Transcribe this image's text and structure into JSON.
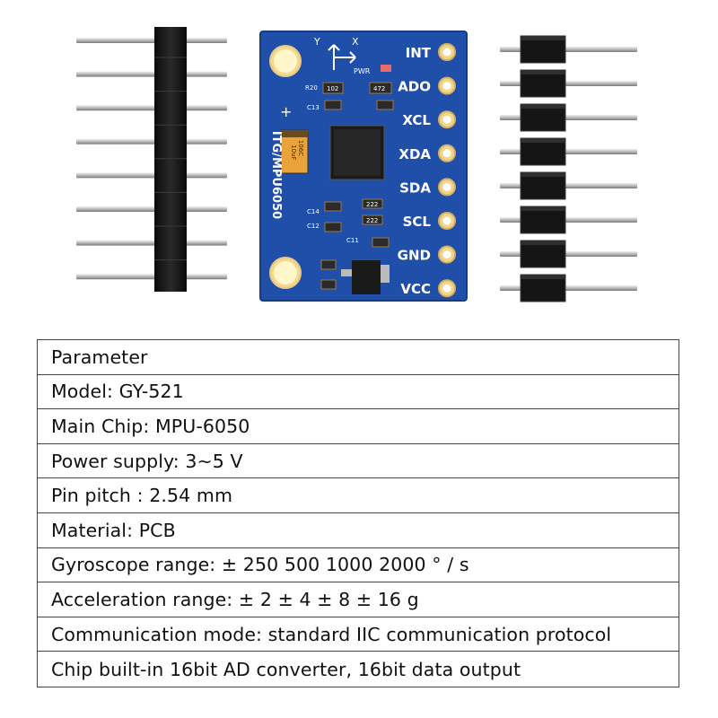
{
  "board": {
    "pins": [
      "INT",
      "ADO",
      "XCL",
      "XDA",
      "SDA",
      "SCL",
      "GND",
      "VCC"
    ],
    "silkscreen": {
      "part_label": "ITG/MPU6050",
      "axes": [
        "Y",
        "X"
      ],
      "resistors": [
        "R20",
        "102",
        "472",
        "222",
        "222"
      ],
      "caps": [
        "C13",
        "C14",
        "C12",
        "C11"
      ],
      "cap_top": [
        "106C",
        "10uF"
      ],
      "led_label": "PWR",
      "plus_sign": "+"
    },
    "colors": {
      "pcb": "#1f4fa8",
      "pcb_dark": "#163c86",
      "silk": "#ffffff",
      "gold": "#e6c98a",
      "header": "#111111",
      "pin": "#c9c9c9"
    }
  },
  "spec_table": {
    "rows": [
      "Parameter",
      "Model: GY-521",
      "Main Chip: MPU-6050",
      "Power supply: 3~5 V",
      "Pin pitch : 2.54 mm",
      "Material: PCB",
      "Gyroscope range: ± 250 500 1000 2000 ° / s",
      "Acceleration range: ± 2 ± 4 ± 8 ± 16 g",
      "Communication mode: standard IIC communication protocol",
      "Chip built-in 16bit AD converter, 16bit data output"
    ]
  }
}
